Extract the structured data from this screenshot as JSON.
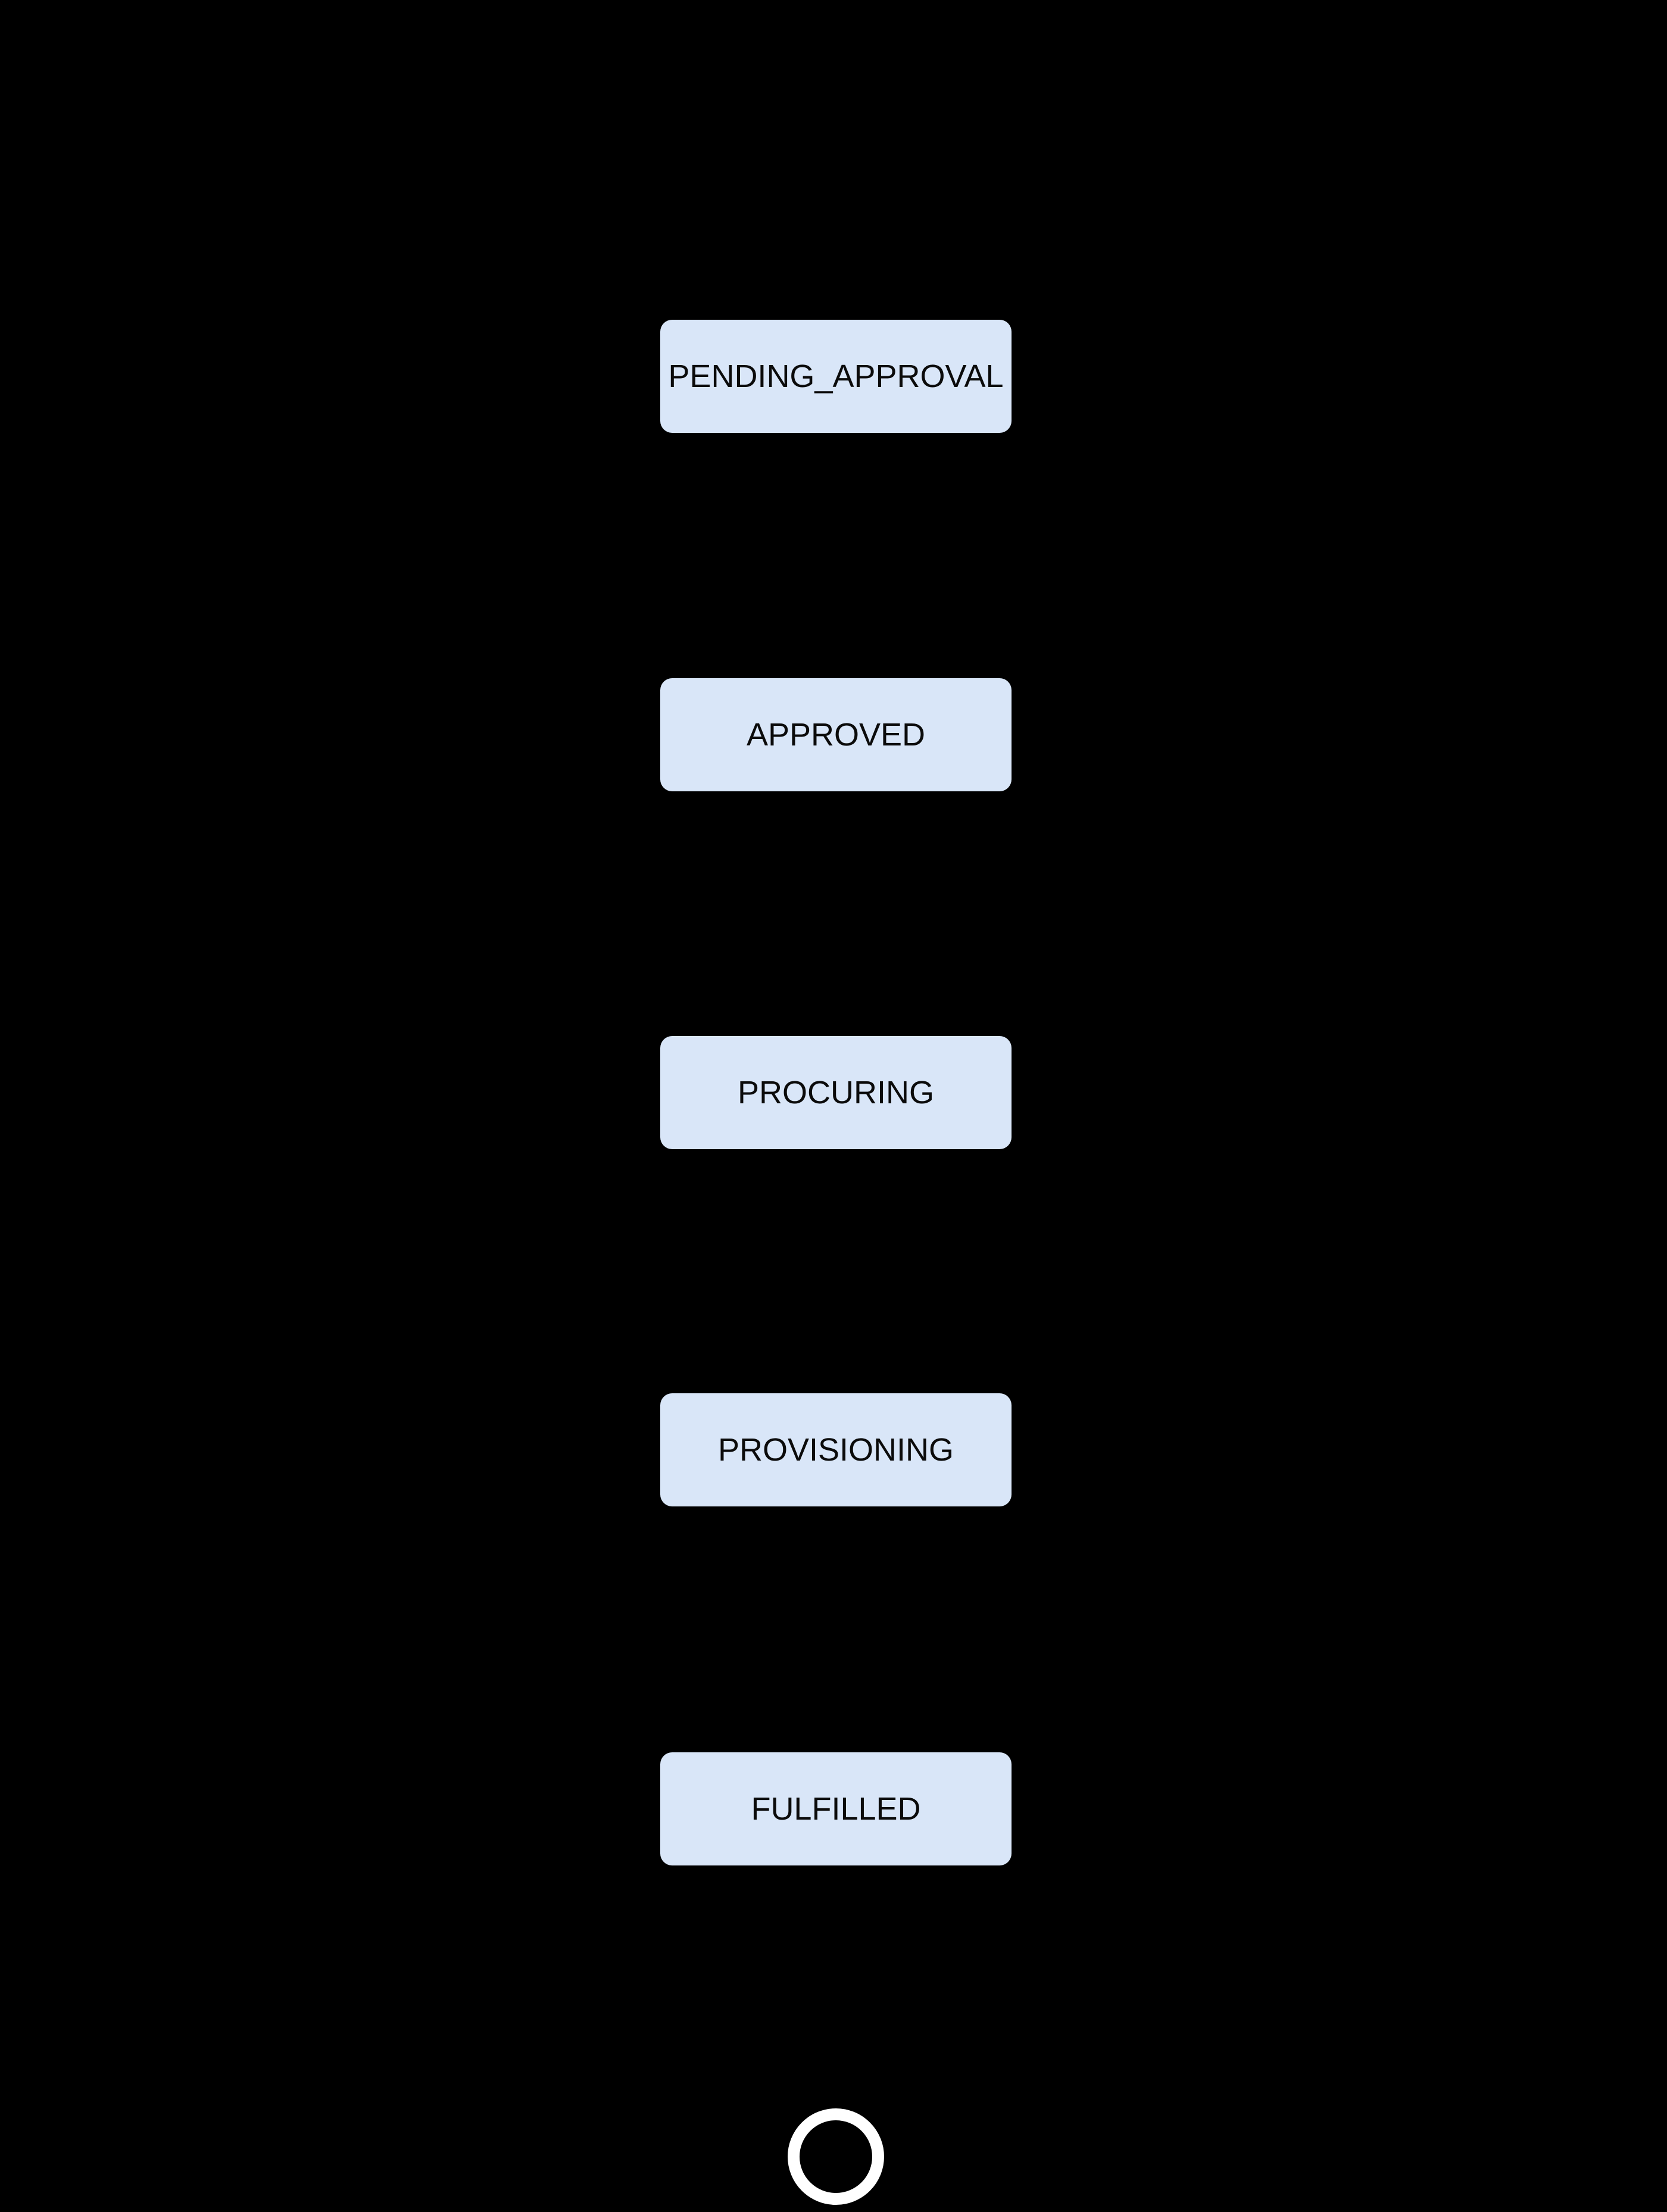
{
  "diagram": {
    "type": "state-diagram",
    "background_color": "#000000",
    "node_fill_color": "#d9e6f8",
    "node_text_color": "#0b0b0b",
    "final_marker_color": "#ffffff",
    "states": [
      {
        "label": "PENDING_APPROVAL"
      },
      {
        "label": "APPROVED"
      },
      {
        "label": "PROCURING"
      },
      {
        "label": "PROVISIONING"
      },
      {
        "label": "FULFILLED"
      }
    ],
    "final_state_marker": "white-ring-circle"
  }
}
